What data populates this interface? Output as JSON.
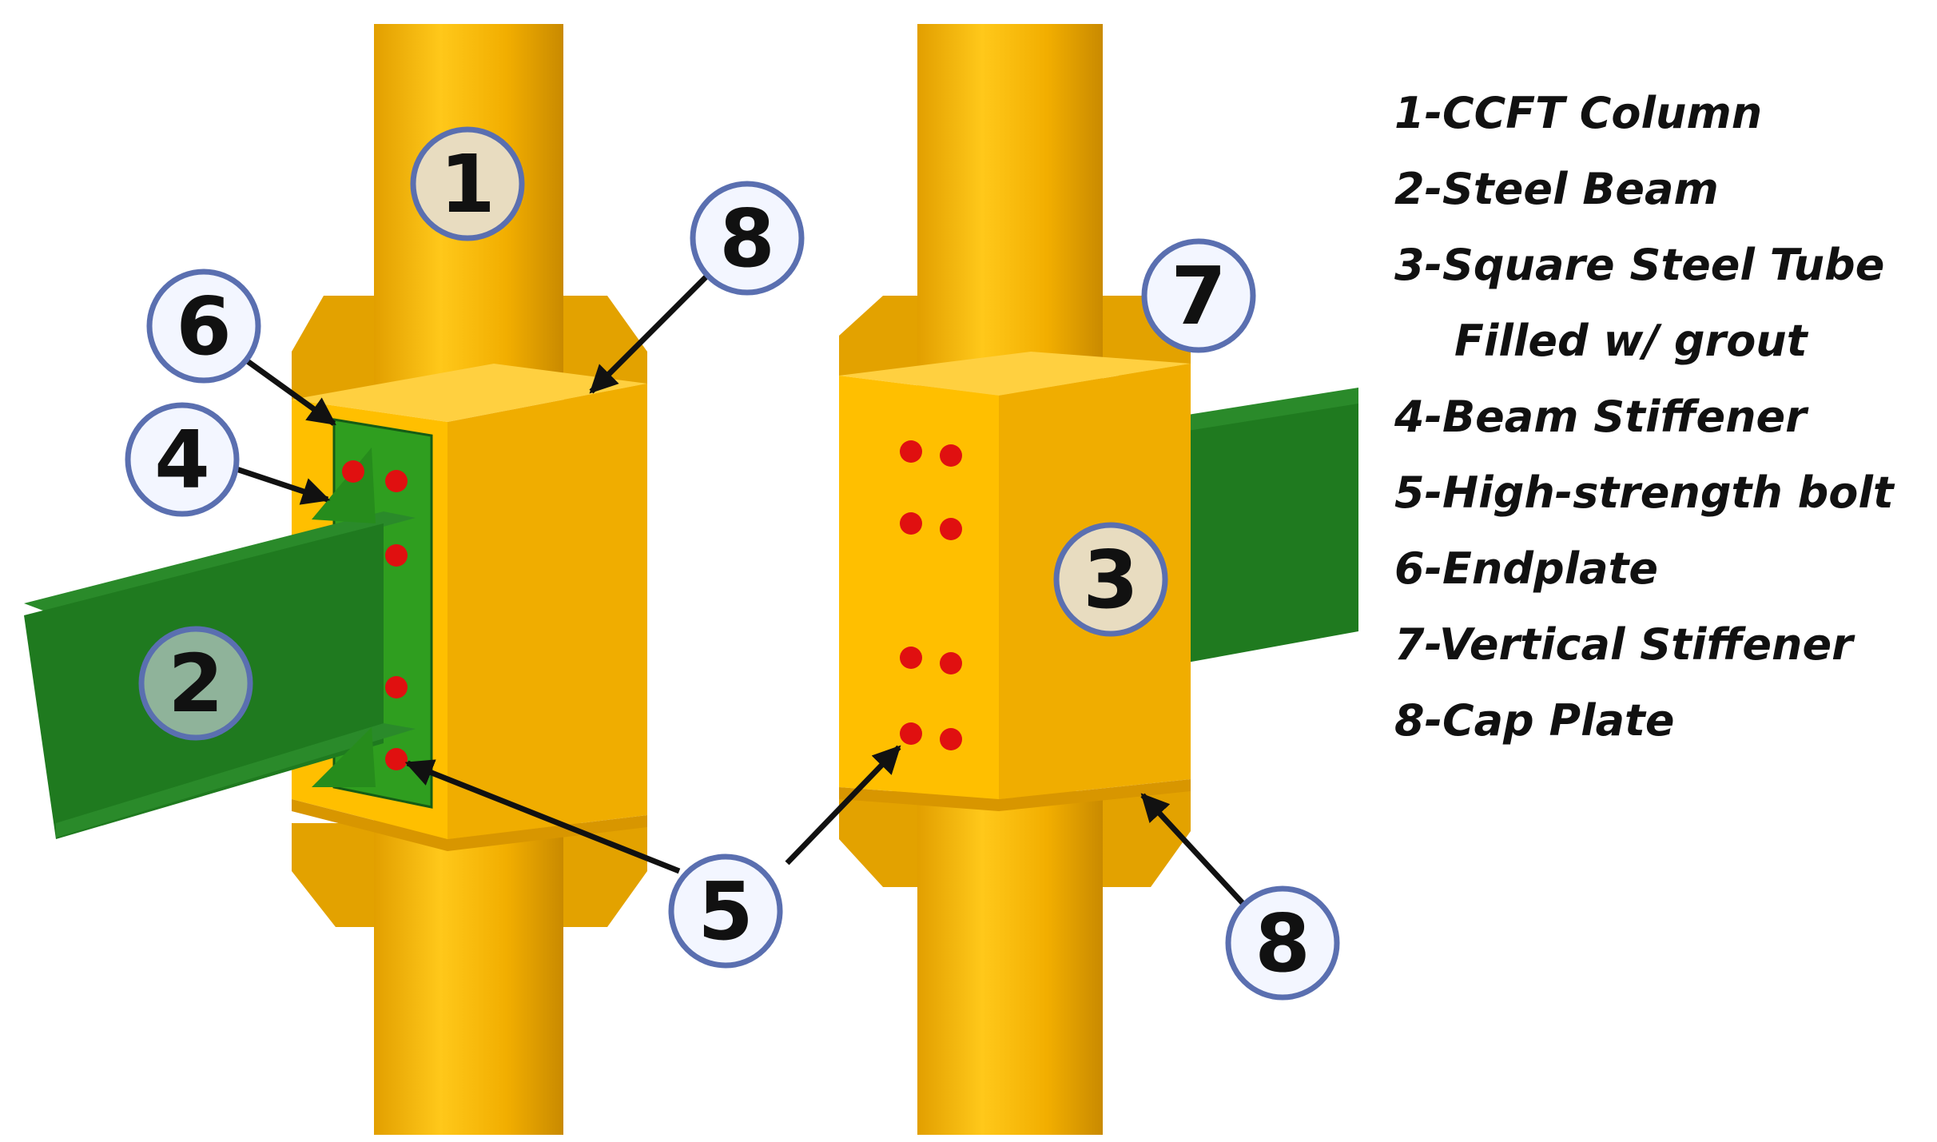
{
  "colors": {
    "column": "#f5b400",
    "column_dark": "#d49400",
    "tube": "#ffbf00",
    "tube_side": "#e6a700",
    "beam": "#1f7a1f",
    "beam_dark": "#155c15",
    "endplate": "#2f9e1f",
    "bolt": "#e01010",
    "callout_border": "#5a6fb0",
    "callout_fill": "#f3f6ff"
  },
  "callouts": [
    {
      "id": "1",
      "label": "1"
    },
    {
      "id": "2",
      "label": "2"
    },
    {
      "id": "3",
      "label": "3"
    },
    {
      "id": "4",
      "label": "4"
    },
    {
      "id": "5",
      "label": "5"
    },
    {
      "id": "6",
      "label": "6"
    },
    {
      "id": "7",
      "label": "7"
    },
    {
      "id": "8a",
      "label": "8"
    },
    {
      "id": "8b",
      "label": "8"
    }
  ],
  "legend": [
    "1-CCFT Column",
    "2-Steel Beam",
    "3-Square Steel Tube",
    "Filled w/ grout",
    "4-Beam Stiffener",
    "5-High-strength bolt",
    "6-Endplate",
    "7-Vertical Stiffener",
    "8-Cap Plate"
  ]
}
